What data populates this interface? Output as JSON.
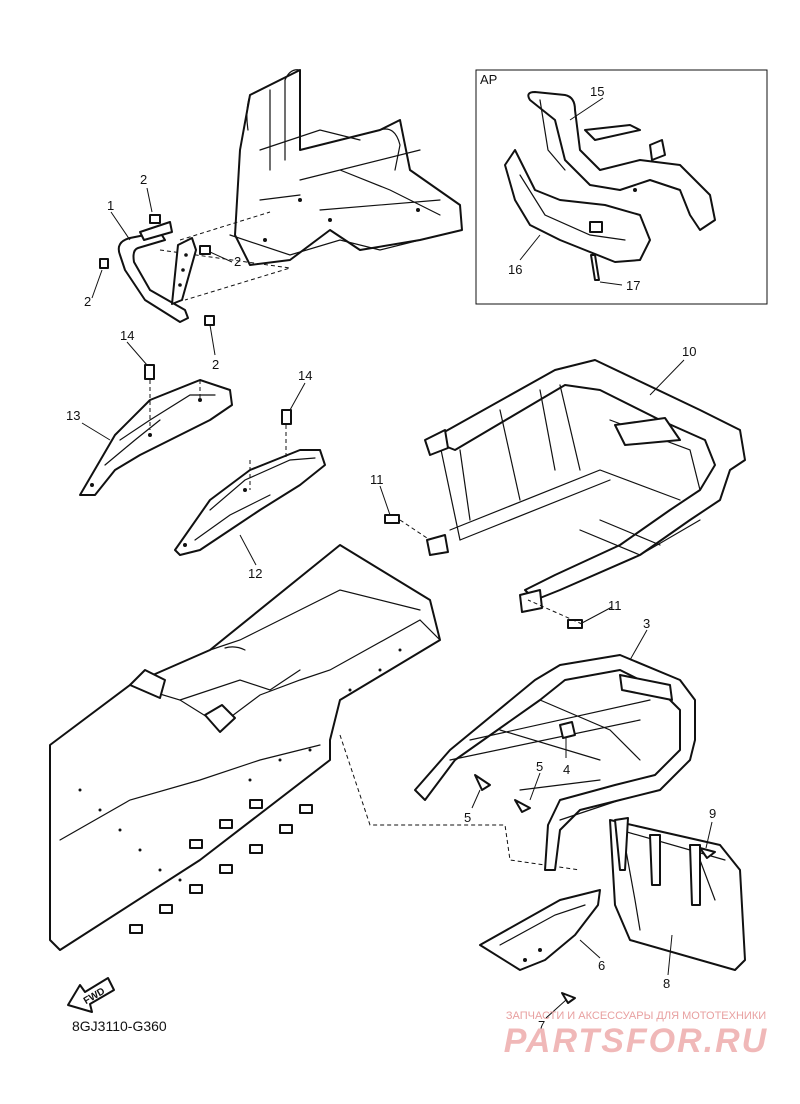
{
  "diagram": {
    "code": "8GJ3110-G360",
    "inset_label": "AP",
    "fwd_label": "FWD",
    "callouts": {
      "p1": "1",
      "p2a": "2",
      "p2b": "2",
      "p2c": "2",
      "p2d": "2",
      "p3": "3",
      "p4": "4",
      "p5a": "5",
      "p5b": "5",
      "p6": "6",
      "p7": "7",
      "p8": "8",
      "p9": "9",
      "p10": "10",
      "p11a": "11",
      "p11b": "11",
      "p12": "12",
      "p13": "13",
      "p14a": "14",
      "p14b": "14",
      "p15": "15",
      "p16": "16",
      "p17": "17"
    }
  },
  "watermark": {
    "subtitle": "ЗАПЧАСТИ И АКСЕССУАРЫ ДЛЯ МОТОТЕХНИКИ",
    "brand": "PARTSFOR.RU",
    "color": "#f0b8b8"
  }
}
